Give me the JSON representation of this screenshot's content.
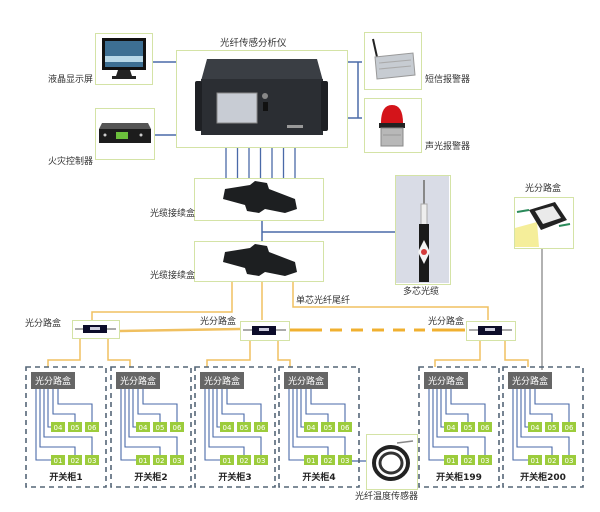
{
  "colors": {
    "frame_border": "#d4e3a6",
    "fiber_orange": "#f0c060",
    "fiber_dashed": "#f0b030",
    "cable_blue": "#4a6aa8",
    "splitter_header": "#666666",
    "port_green": "#9ccc3c",
    "dashed_cabinet": "#556677",
    "grey_line": "#999999"
  },
  "top": {
    "analyzer_title": "光纤传感分析仪",
    "lcd_label": "液晶显示屏",
    "fire_controller_label": "火灾控制器",
    "sms_alarm_label": "短信报警器",
    "audio_visual_alarm_label": "声光报警器"
  },
  "middle": {
    "splice_box_1_label": "光缆接续盒",
    "splice_box_2_label": "光缆接续盒",
    "multicore_cable_label": "多芯光缆",
    "single_core_pigtail_label": "单芯光纤尾纤",
    "remote_splitter_label": "光分路盒"
  },
  "splitters": [
    {
      "label": "光分路盒"
    },
    {
      "label": "光分路盒"
    },
    {
      "label": "光分路盒"
    }
  ],
  "cabinets": [
    {
      "name": "开关柜1",
      "header": "光分路盒",
      "ports_top": [
        "04",
        "05",
        "06"
      ],
      "ports_bottom": [
        "01",
        "02",
        "03"
      ]
    },
    {
      "name": "开关柜2",
      "header": "光分路盒",
      "ports_top": [
        "04",
        "05",
        "06"
      ],
      "ports_bottom": [
        "01",
        "02",
        "03"
      ]
    },
    {
      "name": "开关柜3",
      "header": "光分路盒",
      "ports_top": [
        "04",
        "05",
        "06"
      ],
      "ports_bottom": [
        "01",
        "02",
        "03"
      ]
    },
    {
      "name": "开关柜4",
      "header": "光分路盒",
      "ports_top": [
        "04",
        "05",
        "06"
      ],
      "ports_bottom": [
        "01",
        "02",
        "03"
      ]
    },
    {
      "name": "开关柜199",
      "header": "光分路盒",
      "ports_top": [
        "04",
        "05",
        "06"
      ],
      "ports_bottom": [
        "01",
        "02",
        "03"
      ]
    },
    {
      "name": "开关柜200",
      "header": "光分路盒",
      "ports_top": [
        "04",
        "05",
        "06"
      ],
      "ports_bottom": [
        "01",
        "02",
        "03"
      ]
    }
  ],
  "sensor": {
    "label": "光纤温度传感器"
  }
}
